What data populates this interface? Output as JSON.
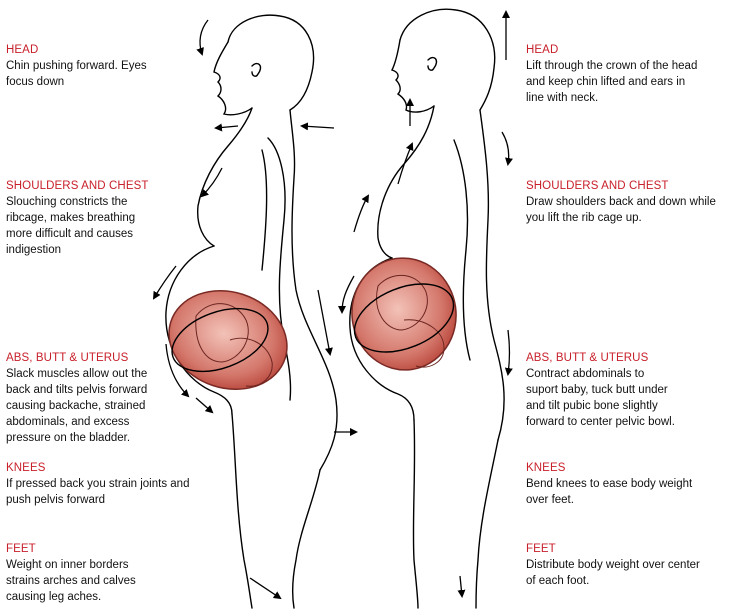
{
  "colors": {
    "heading": "#c8202a",
    "text": "#111111",
    "outline": "#000000",
    "uterus": "#c0504d",
    "uterus_light": "#e8a49a"
  },
  "left": [
    {
      "heading": "HEAD",
      "text": "Chin pushing forward.  Eyes\nfocus down"
    },
    {
      "heading": "SHOULDERS AND CHEST",
      "text": "Slouching constricts the\nribcage, makes breathing\nmore difficult and causes\nindigestion"
    },
    {
      "heading": "ABS,  BUTT & UTERUS",
      "text": "Slack muscles allow out the\nback and tilts pelvis forward\ncausing backache, strained\nabdominals, and excess\npressure on the bladder."
    },
    {
      "heading": "KNEES",
      "text": "If pressed back you strain joints and\npush pelvis forward"
    },
    {
      "heading": "FEET",
      "text": "Weight on inner borders\nstrains arches and calves\ncausing leg aches."
    }
  ],
  "right": [
    {
      "heading": "HEAD",
      "text": "Lift through the crown of the head\nand keep chin lifted and ears in\nline with neck."
    },
    {
      "heading": "SHOULDERS AND CHEST",
      "text": "Draw shoulders back and down while\nyou lift the rib cage up."
    },
    {
      "heading": "ABS,  BUTT & UTERUS",
      "text": "Contract abdominals to\nsuport baby, tuck butt under\nand tilt pubic bone slightly\nforward to center pelvic bowl."
    },
    {
      "heading": "KNEES",
      "text": "Bend knees to ease body weight\nover feet."
    },
    {
      "heading": "FEET",
      "text": "Distribute body weight over center\nof each foot."
    }
  ]
}
